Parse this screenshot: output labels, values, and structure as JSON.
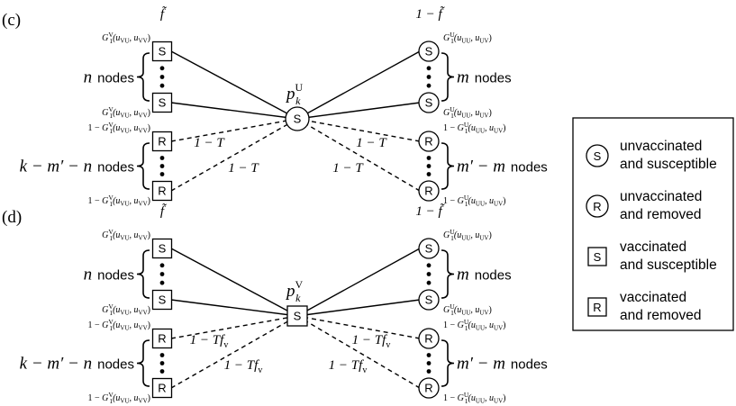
{
  "panels": [
    {
      "panel_label": "(c)",
      "center": {
        "label": "S",
        "prob_base": "p",
        "prob_sub": "k",
        "prob_sup": "U",
        "shape": "circle"
      },
      "left_top_prob": "f̃",
      "right_top_prob": "1 − f̃",
      "left_group_top": {
        "count": "n",
        "word": "nodes",
        "node_label": "S",
        "gen": "G",
        "gen_sub": "1",
        "gen_sup": "V",
        "gen_args": "(u",
        "gen_args_sub1": "VU",
        "gen_args_mid": ", u",
        "gen_args_sub2": "VV",
        "gen_args_end": ")"
      },
      "left_group_bottom": {
        "count": "k − m′ − n",
        "word": "nodes",
        "node_label": "R",
        "prefix": "1 − ",
        "gen": "G",
        "gen_sub": "1",
        "gen_sup": "V",
        "gen_args": "(u",
        "gen_args_sub1": "VU",
        "gen_args_mid": ", u",
        "gen_args_sub2": "VV",
        "gen_args_end": ")"
      },
      "right_group_top": {
        "count": "m",
        "word": "nodes",
        "node_label": "S",
        "gen": "G",
        "gen_sub": "1",
        "gen_sup": "U",
        "gen_args": "(u",
        "gen_args_sub1": "UU",
        "gen_args_mid": ", u",
        "gen_args_sub2": "UV",
        "gen_args_end": ")"
      },
      "right_group_bottom": {
        "count": "m′ − m",
        "word": "nodes",
        "node_label": "R",
        "prefix": "1 − ",
        "gen": "G",
        "gen_sub": "1",
        "gen_sup": "U",
        "gen_args": "(u",
        "gen_args_sub1": "UU",
        "gen_args_mid": ", u",
        "gen_args_sub2": "UV",
        "gen_args_end": ")"
      },
      "edge_label_base": "1 − T",
      "edge_label_extra": "",
      "edge_label_extra_sub": ""
    },
    {
      "panel_label": "(d)",
      "center": {
        "label": "S",
        "prob_base": "p",
        "prob_sub": "k",
        "prob_sup": "V",
        "shape": "square"
      },
      "left_top_prob": "f̃",
      "right_top_prob": "1 − f̃",
      "left_group_top": {
        "count": "n",
        "word": "nodes",
        "node_label": "S",
        "gen": "G",
        "gen_sub": "1",
        "gen_sup": "V",
        "gen_args": "(u",
        "gen_args_sub1": "VU",
        "gen_args_mid": ", u",
        "gen_args_sub2": "VV",
        "gen_args_end": ")"
      },
      "left_group_bottom": {
        "count": "k − m′ − n",
        "word": "nodes",
        "node_label": "R",
        "prefix": "1 − ",
        "gen": "G",
        "gen_sub": "1",
        "gen_sup": "V",
        "gen_args": "(u",
        "gen_args_sub1": "VU",
        "gen_args_mid": ", u",
        "gen_args_sub2": "VV",
        "gen_args_end": ")"
      },
      "right_group_top": {
        "count": "m",
        "word": "nodes",
        "node_label": "S",
        "gen": "G",
        "gen_sub": "1",
        "gen_sup": "U",
        "gen_args": "(u",
        "gen_args_sub1": "UU",
        "gen_args_mid": ", u",
        "gen_args_sub2": "UV",
        "gen_args_end": ")"
      },
      "right_group_bottom": {
        "count": "m′ − m",
        "word": "nodes",
        "node_label": "R",
        "prefix": "1 − ",
        "gen": "G",
        "gen_sub": "1",
        "gen_sup": "U",
        "gen_args": "(u",
        "gen_args_sub1": "UU",
        "gen_args_mid": ", u",
        "gen_args_sub2": "UV",
        "gen_args_end": ")"
      },
      "edge_label_base": "1 − Tf",
      "edge_label_extra": "",
      "edge_label_extra_sub": "v"
    }
  ],
  "legend": [
    {
      "shape": "circle",
      "label": "S",
      "line1": "unvaccinated",
      "line2": "and susceptible"
    },
    {
      "shape": "circle",
      "label": "R",
      "line1": "unvaccinated",
      "line2": "and removed"
    },
    {
      "shape": "square",
      "label": "S",
      "line1": "vaccinated",
      "line2": "and susceptible"
    },
    {
      "shape": "square",
      "label": "R",
      "line1": "vaccinated",
      "line2": "and removed"
    }
  ]
}
